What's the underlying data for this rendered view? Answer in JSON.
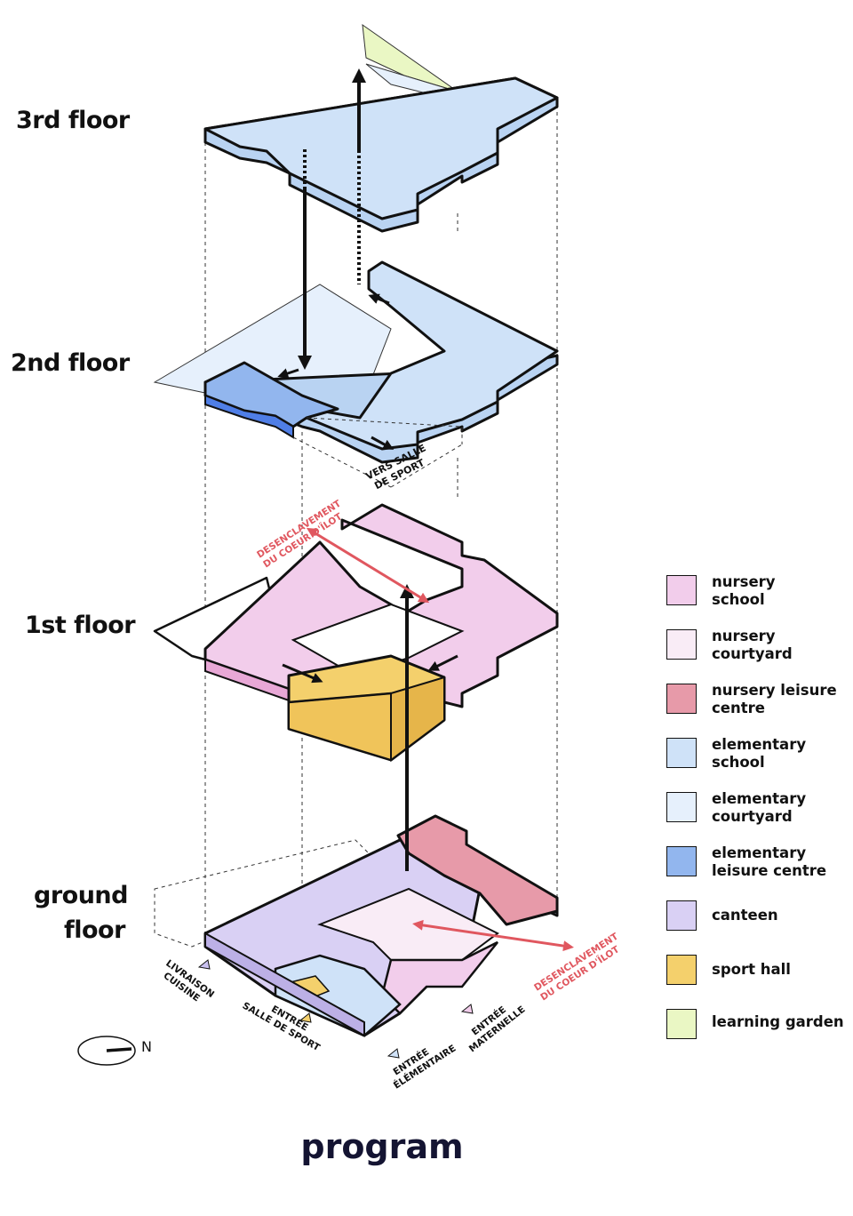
{
  "title": "program",
  "floors": [
    {
      "id": "third",
      "label": "3rd floor"
    },
    {
      "id": "second",
      "label": "2nd floor"
    },
    {
      "id": "first",
      "label": "1st floor"
    },
    {
      "id": "ground",
      "label_line1": "ground",
      "label_line2": "floor"
    }
  ],
  "annotations": {
    "vers_salle_line1": "VERS SALLE",
    "vers_salle_line2": "DE SPORT",
    "desenclavement_line1": "DESENCLAVEMENT",
    "desenclavement_line2": "DU COEUR D'ÎLOT",
    "livraison_line1": "LIVRAISON",
    "livraison_line2": "CUISINE",
    "entree_sport_line1": "ENTRÉE",
    "entree_sport_line2": "SALLE DE SPORT",
    "entree_elem_line1": "ENTRÉE",
    "entree_elem_line2": "ÉLÉMENTAIRE",
    "entree_mat_line1": "ENTRÉE",
    "entree_mat_line2": "MATERNELLE"
  },
  "compass": {
    "label": "N"
  },
  "legend": [
    {
      "line1": "nursery",
      "line2": "school",
      "color": "#f2cdeb"
    },
    {
      "line1": "nursery",
      "line2": "courtyard",
      "color": "#f9ecf6"
    },
    {
      "line1": "nursery leisure",
      "line2": "centre",
      "color": "#e79aa9"
    },
    {
      "line1": "elementary",
      "line2": "school",
      "color": "#cfe2f8"
    },
    {
      "line1": "elementary",
      "line2": "courtyard",
      "color": "#e6f0fc"
    },
    {
      "line1": "elementary",
      "line2": "leisure centre",
      "color": "#92b6ee"
    },
    {
      "line1": "canteen",
      "line2": "",
      "color": "#d9d0f4"
    },
    {
      "line1": "sport hall",
      "line2": "",
      "color": "#f4d06c"
    },
    {
      "line1": "learning garden",
      "line2": "",
      "color": "#eaf7c4"
    }
  ],
  "colors": {
    "accent_red": "#e0575f",
    "stroke": "#111111"
  }
}
